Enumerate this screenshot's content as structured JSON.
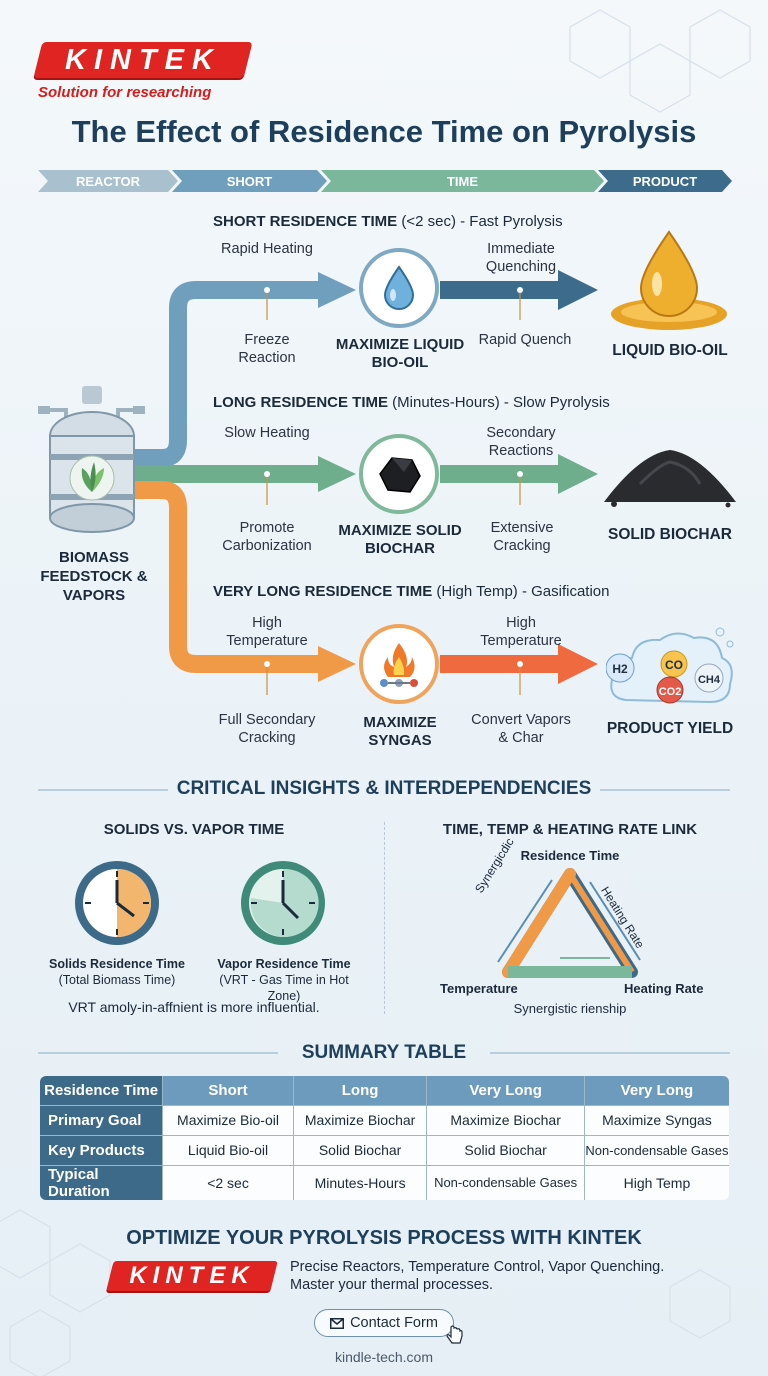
{
  "brand": {
    "logo": "KINTEK",
    "tagline": "Solution for researching"
  },
  "title": "The Effect of Residence Time on Pyrolysis",
  "stages": [
    "REACTOR",
    "SHORT",
    "TIME",
    "PRODUCT"
  ],
  "feedstock": "BIOMASS FEEDSTOCK & VAPORS",
  "rows": [
    {
      "title_bold": "SHORT RESIDENCE TIME",
      "title_rest": " (<2 sec) - Fast Pyrolysis",
      "top_left": "Rapid Heating",
      "bottom_left": "Freeze Reaction",
      "goal": "MAXIMIZE LIQUID BIO-OIL",
      "top_right": "Immediate Quenching",
      "bottom_right": "Rapid Quench",
      "product": "LIQUID BIO-OIL",
      "color": "#6f9fbd",
      "icon": "droplet-icon"
    },
    {
      "title_bold": "LONG RESIDENCE TIME",
      "title_rest": " (Minutes-Hours) - Slow Pyrolysis",
      "top_left": "Slow Heating",
      "bottom_left": "Promote Carbonization",
      "goal": "MAXIMIZE SOLID BIOCHAR",
      "top_right": "Secondary Reactions",
      "bottom_right": "Extensive Cracking",
      "product": "SOLID BIOCHAR",
      "color": "#6fae8c",
      "icon": "charcoal-icon"
    },
    {
      "title_bold": "VERY LONG RESIDENCE TIME",
      "title_rest": " (High Temp) - Gasification",
      "top_left": "High Temperature",
      "bottom_left": "Full Secondary Cracking",
      "goal": "MAXIMIZE SYNGAS",
      "top_right": "High Temperature",
      "bottom_right": "Convert Vapors & Char",
      "product": "PRODUCT YIELD",
      "color": "#f09a47",
      "icon": "flame-icon"
    }
  ],
  "gas_labels": [
    "H2",
    "CO",
    "CO2",
    "CH4"
  ],
  "insights": {
    "title": "CRITICAL INSIGHTS & INTERDEPENDENCIES",
    "left_title": "SOLIDS VS. VAPOR TIME",
    "solids_label": "Solids Residence Time",
    "solids_sub": "(Total Biomass Time)",
    "vapor_label": "Vapor Residence Time",
    "vapor_sub": "(VRT - Gas Time in Hot Zone)",
    "note": "VRT amoly-in-affnient is more influential.",
    "right_title": "TIME, TEMP & HEATING RATE LINK",
    "tri_top": "Residence Time",
    "tri_left": "Temperature",
    "tri_right": "Heating Rate",
    "side_left": "Synergicdic",
    "side_right": "Heating Rate",
    "tri_bottom": "Synergistic rienship"
  },
  "table": {
    "title": "SUMMARY TABLE",
    "header": [
      "Residence Time",
      "Short",
      "Long",
      "Very Long",
      "Very Long"
    ],
    "rows": [
      [
        "Primary Goal",
        "Maximize Bio-oil",
        "Maximize Biochar",
        "Maximize Biochar",
        "Maximize Syngas"
      ],
      [
        "Key Products",
        "Liquid Bio-oil",
        "Solid Biochar",
        "Solid Biochar",
        "Non-condensable Gases"
      ],
      [
        "Typical Duration",
        "<2 sec",
        "Minutes-Hours",
        "Non-condensable Gases",
        "High Temp"
      ]
    ]
  },
  "cta": {
    "title": "OPTIMIZE YOUR PYROLYSIS PROCESS WITH KINTEK",
    "line1": "Precise Reactors, Temperature Control, Vapor Quenching.",
    "line2": "Master your thermal processes.",
    "button": "Contact Form",
    "site": "kindle-tech.com"
  },
  "colors": {
    "brand_red": "#e02422",
    "navy": "#1d3f5c",
    "blue": "#6f9fbd",
    "green": "#6fae8c",
    "orange": "#f09a47"
  }
}
